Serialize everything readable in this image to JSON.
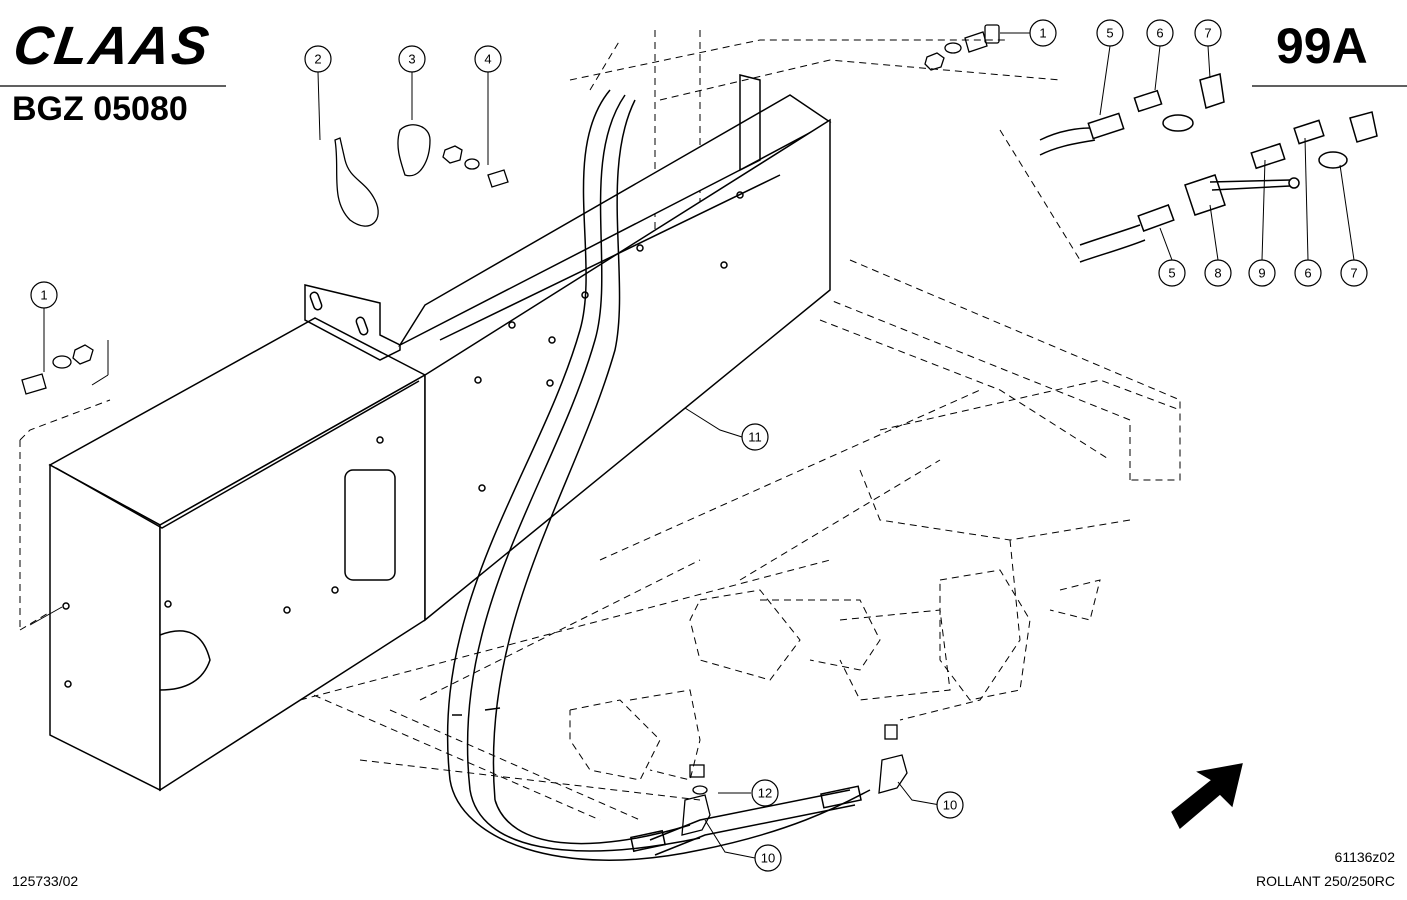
{
  "header": {
    "brand": "CLAAS",
    "group_code": "BGZ 05080",
    "page_number": "99A"
  },
  "footer": {
    "document_number": "125733/02",
    "figure_number": "61136z02",
    "model": "ROLLANT 250/250RC"
  },
  "callouts": [
    "1",
    "2",
    "3",
    "4",
    "5",
    "6",
    "7",
    "1",
    "5",
    "8",
    "9",
    "6",
    "7",
    "11",
    "12",
    "10",
    "10"
  ]
}
